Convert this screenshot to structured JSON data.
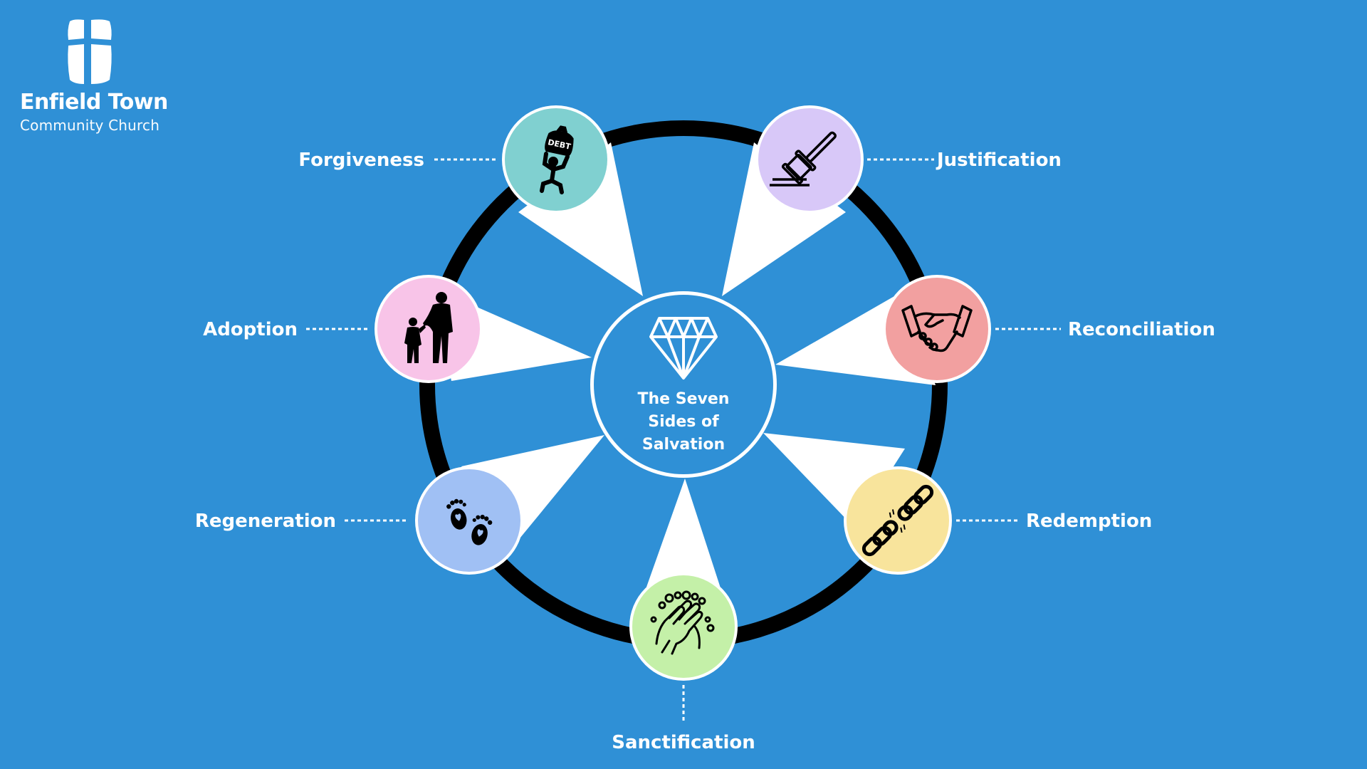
{
  "logo": {
    "name": "Enfield Town",
    "subtitle": "Community Church"
  },
  "center": {
    "lines": [
      "The Seven",
      "Sides of",
      "Salvation"
    ],
    "icon": "diamond-icon"
  },
  "colors": {
    "background": "#2f90d6",
    "ring": "#000000",
    "spokes": "#ffffff"
  },
  "nodes": [
    {
      "label": "Forgiveness",
      "icon": "debt-burden-icon",
      "color": "#80d0d0",
      "bag_text": "DEBT"
    },
    {
      "label": "Justification",
      "icon": "gavel-icon",
      "color": "#d8c8f8"
    },
    {
      "label": "Reconciliation",
      "icon": "handshake-icon",
      "color": "#f2a0a0"
    },
    {
      "label": "Redemption",
      "icon": "broken-chain-icon",
      "color": "#f8e49c"
    },
    {
      "label": "Sanctification",
      "icon": "washing-hands-icon",
      "color": "#c4f0a8"
    },
    {
      "label": "Regeneration",
      "icon": "baby-footprints-icon",
      "color": "#a0c0f4"
    },
    {
      "label": "Adoption",
      "icon": "parent-child-icon",
      "color": "#f8c4e8"
    }
  ]
}
